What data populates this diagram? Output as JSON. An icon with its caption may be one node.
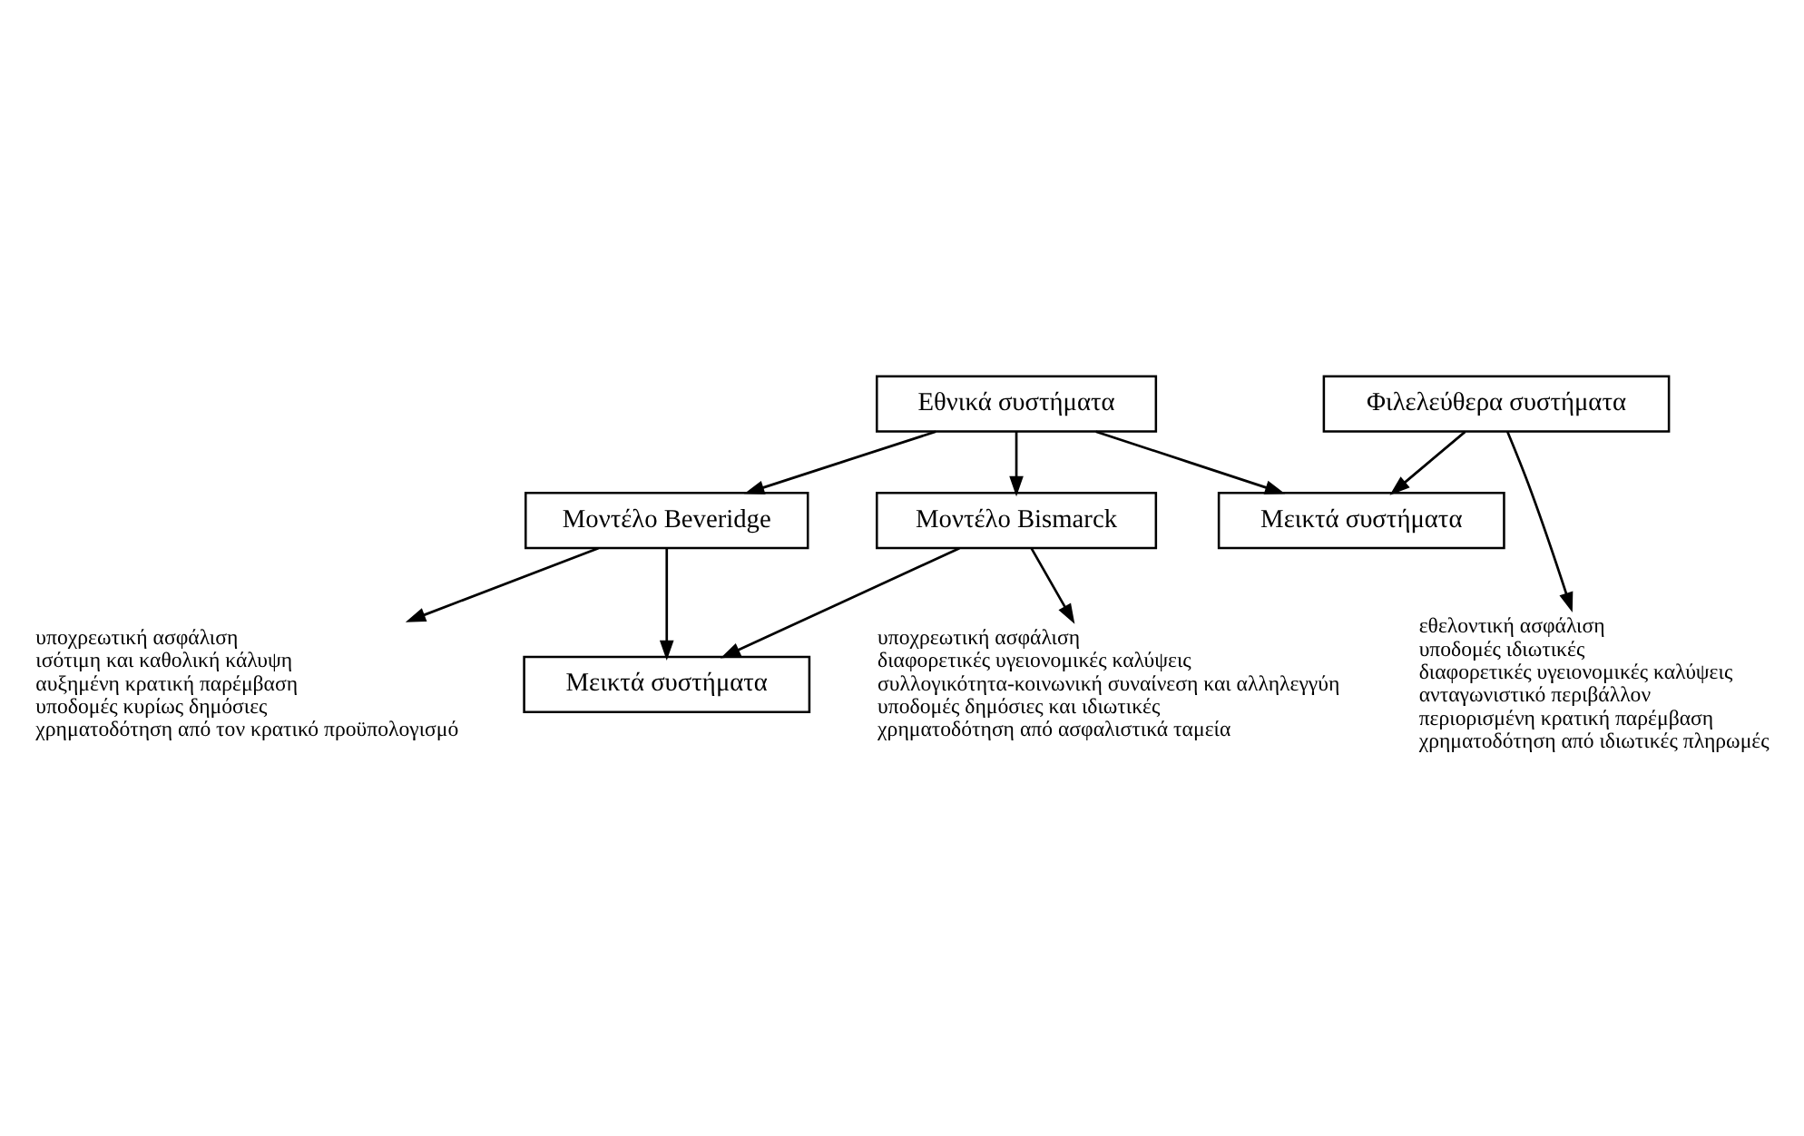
{
  "diagram": {
    "nodes": [
      {
        "text": [
          "Εθνικά συστήματα"
        ]
      },
      {
        "text": [
          "Φιλελεύθερα συστήματα"
        ]
      },
      {
        "text": [
          "Μεικτά συστήματα"
        ]
      },
      {
        "text": [
          "Μοντέλο Beveridge"
        ]
      },
      {
        "text": [
          "Μοντέλο Bismarck"
        ]
      },
      {
        "text": [
          "Μεικτά συστήματα"
        ]
      },
      {
        "text": [
          "υποχρεωτική ασφάλιση",
          "ισότιμη και καθολική κάλυψη",
          "αυξημένη κρατική παρέμβαση",
          "υποδομές κυρίως δημόσιες",
          "χρηματοδότηση από τον κρατικό προϋπολογισμό"
        ]
      },
      {
        "text": [
          "υποχρεωτική ασφάλιση",
          "διαφορετικές υγειονομικές καλύψεις",
          "συλλογικότητα-κοινωνική συναίνεση και αλληλεγγύη",
          "υποδομές δημόσιες και ιδιωτικές",
          "χρηματοδότηση από ασφαλιστικά ταμεία"
        ]
      },
      {
        "text": [
          "εθελοντική ασφάλιση",
          "υποδομές ιδιωτικές",
          "διαφορετικές υγειονομικές καλύψεις",
          "ανταγωνιστικό περιβάλλον",
          "περιορισμένη κρατική παρέμβαση",
          "χρηματοδότηση από ιδιωτικές πληρωμές"
        ]
      }
    ],
    "edges": [
      {
        "from": 0,
        "to": 2,
        "arrow": "to"
      },
      {
        "from": 1,
        "to": 2,
        "arrow": "to"
      },
      {
        "from": 0,
        "to": 3,
        "arrow": "to"
      },
      {
        "from": 0,
        "to": 4,
        "arrow": "to"
      },
      {
        "from": 3,
        "to": 5,
        "arrow": "to"
      },
      {
        "from": 4,
        "to": 5,
        "arrow": "to"
      },
      {
        "from": 3,
        "to": 6,
        "arrow": "to"
      },
      {
        "from": 4,
        "to": 7,
        "arrow": "to"
      },
      {
        "from": 1,
        "to": 8,
        "arrow": "to"
      }
    ]
  }
}
